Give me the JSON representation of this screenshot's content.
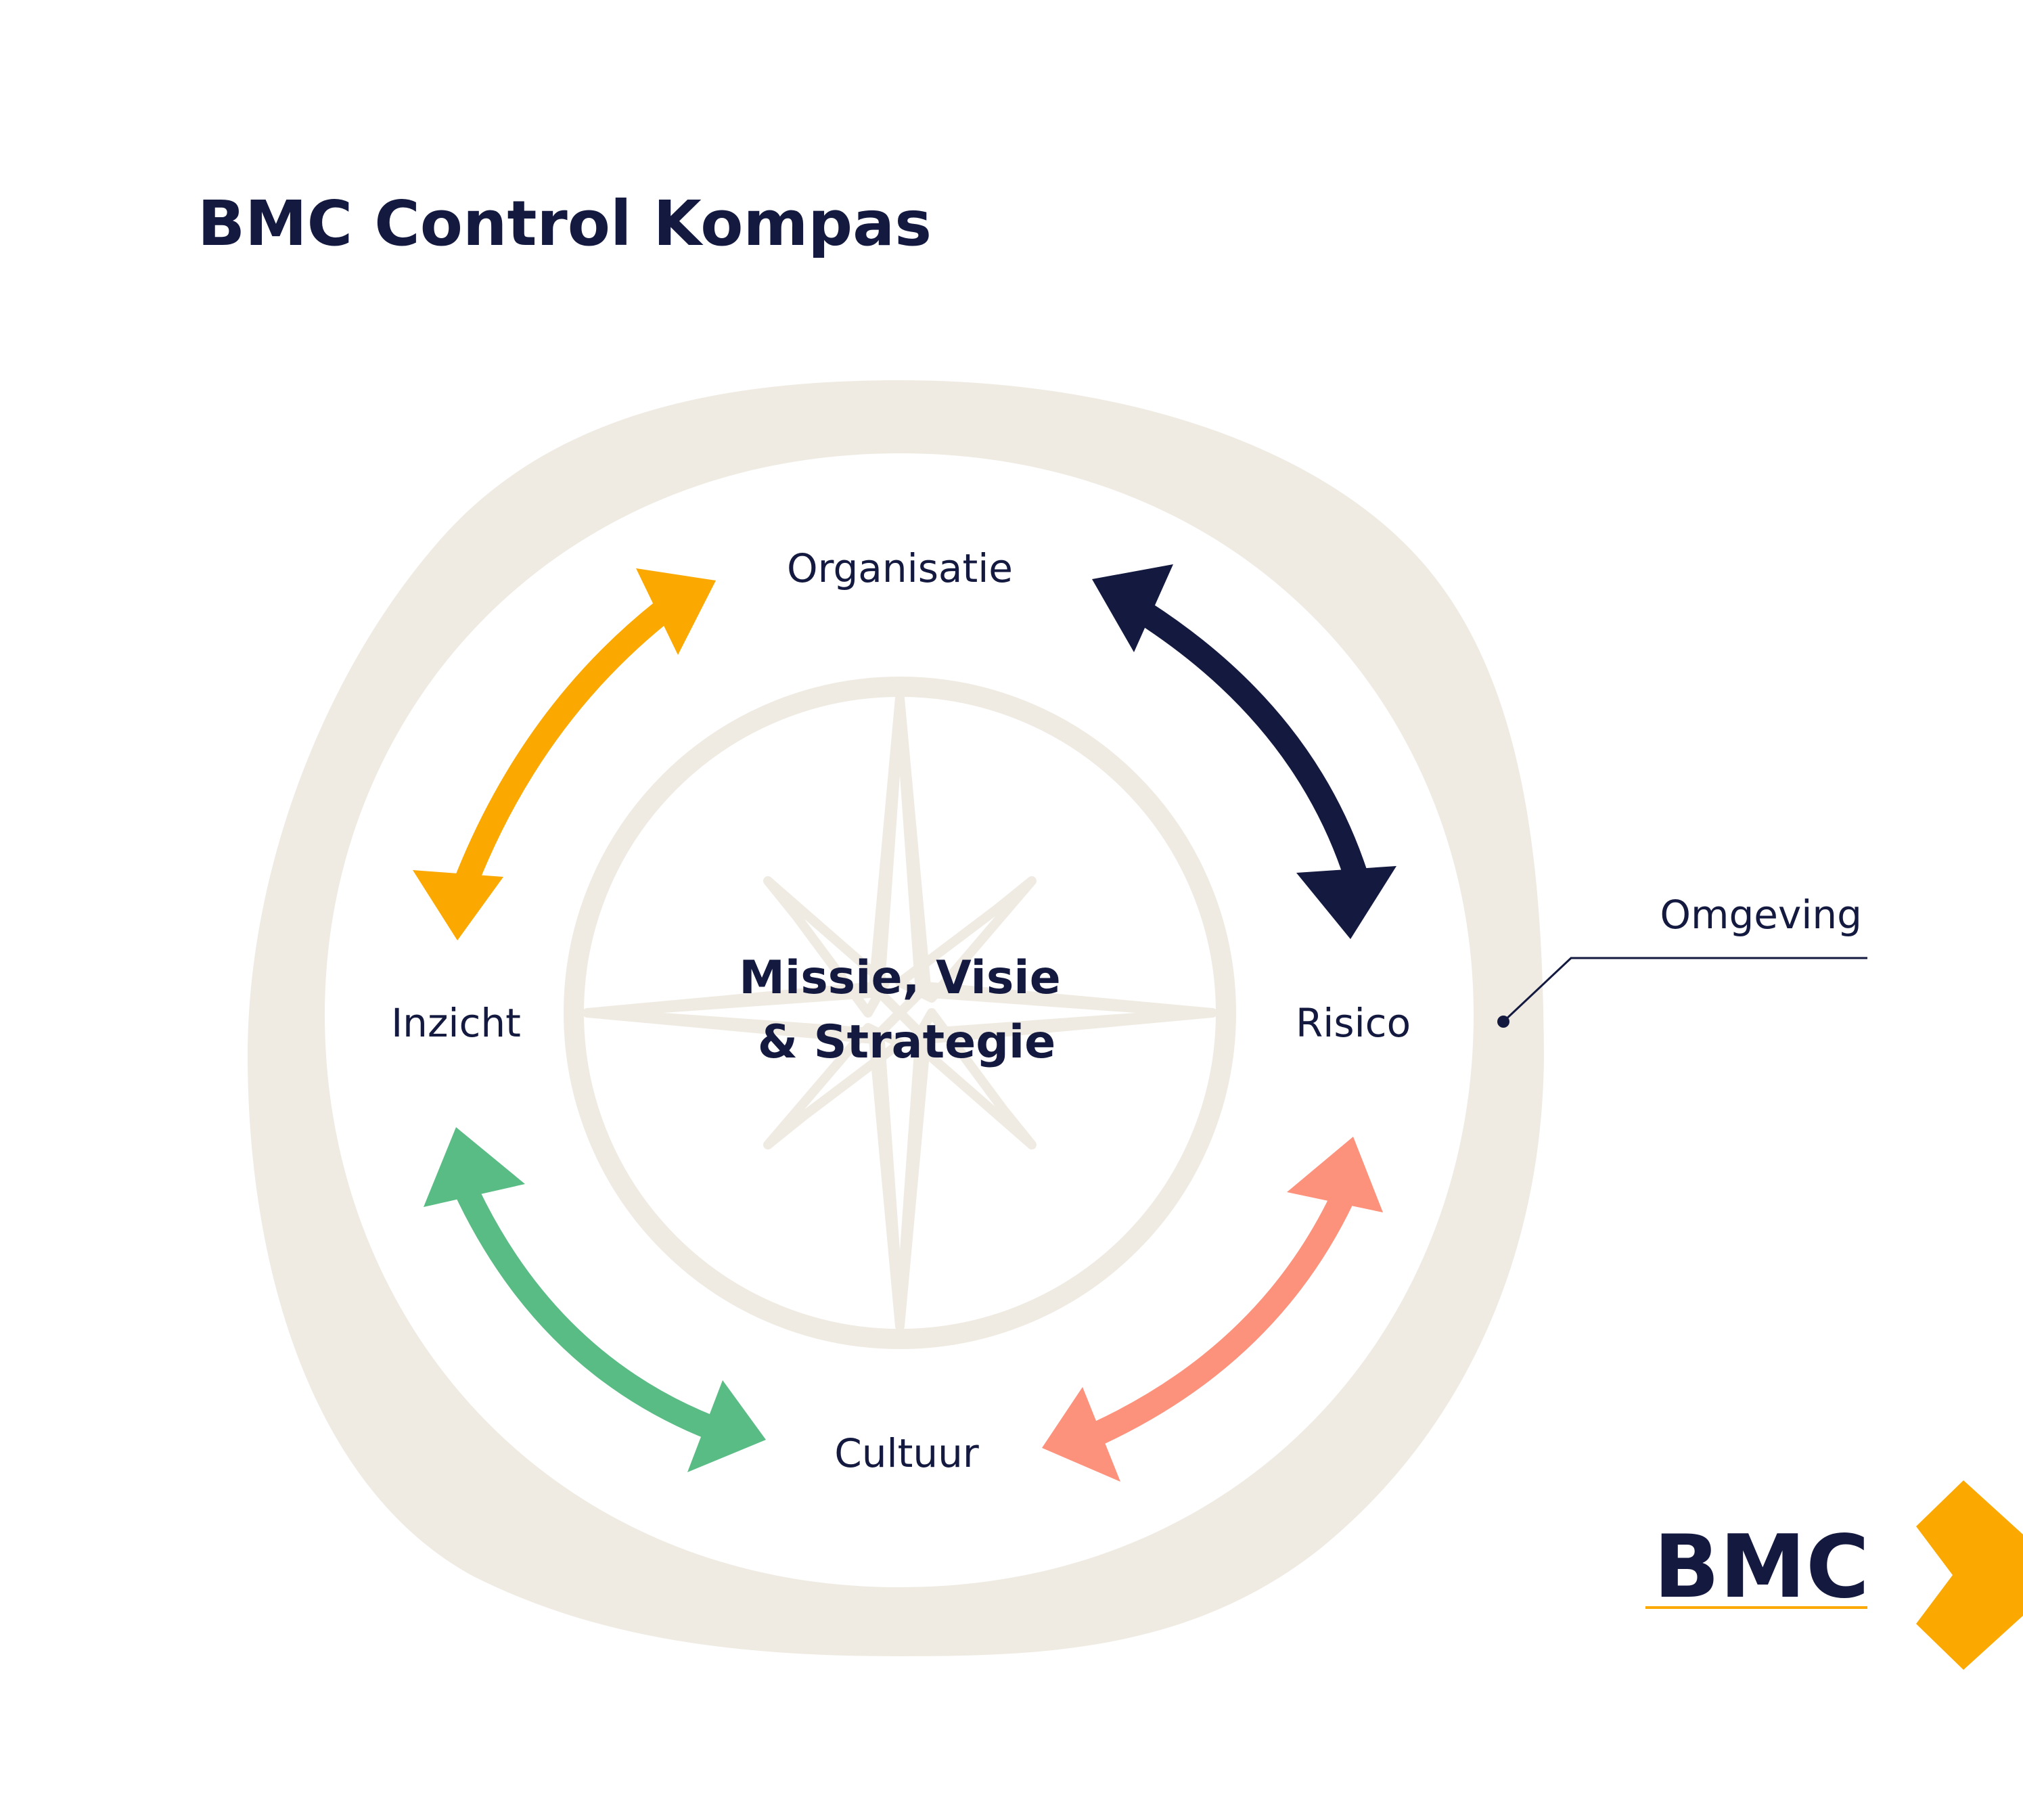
{
  "title": "BMC Control Kompas",
  "center": {
    "line1": "Missie, Visie",
    "line2": "& Strategie"
  },
  "nodes": {
    "top": "Organisatie",
    "left": "Inzicht",
    "right": "Risico",
    "bottom": "Cultuur"
  },
  "environment": {
    "label": "Omgeving"
  },
  "logo": {
    "text": "BMC"
  },
  "colors": {
    "ring": "#efebe2",
    "navy": "#141a3f",
    "orange": "#fba800",
    "green": "#5abc85",
    "salmon": "#fd927c"
  },
  "arrows": [
    {
      "name": "inzicht-organisatie",
      "color": "orange",
      "icon": "double-arrow"
    },
    {
      "name": "organisatie-risico",
      "color": "navy",
      "icon": "double-arrow"
    },
    {
      "name": "risico-cultuur",
      "color": "salmon",
      "icon": "double-arrow"
    },
    {
      "name": "cultuur-inzicht",
      "color": "green",
      "icon": "double-arrow"
    }
  ]
}
